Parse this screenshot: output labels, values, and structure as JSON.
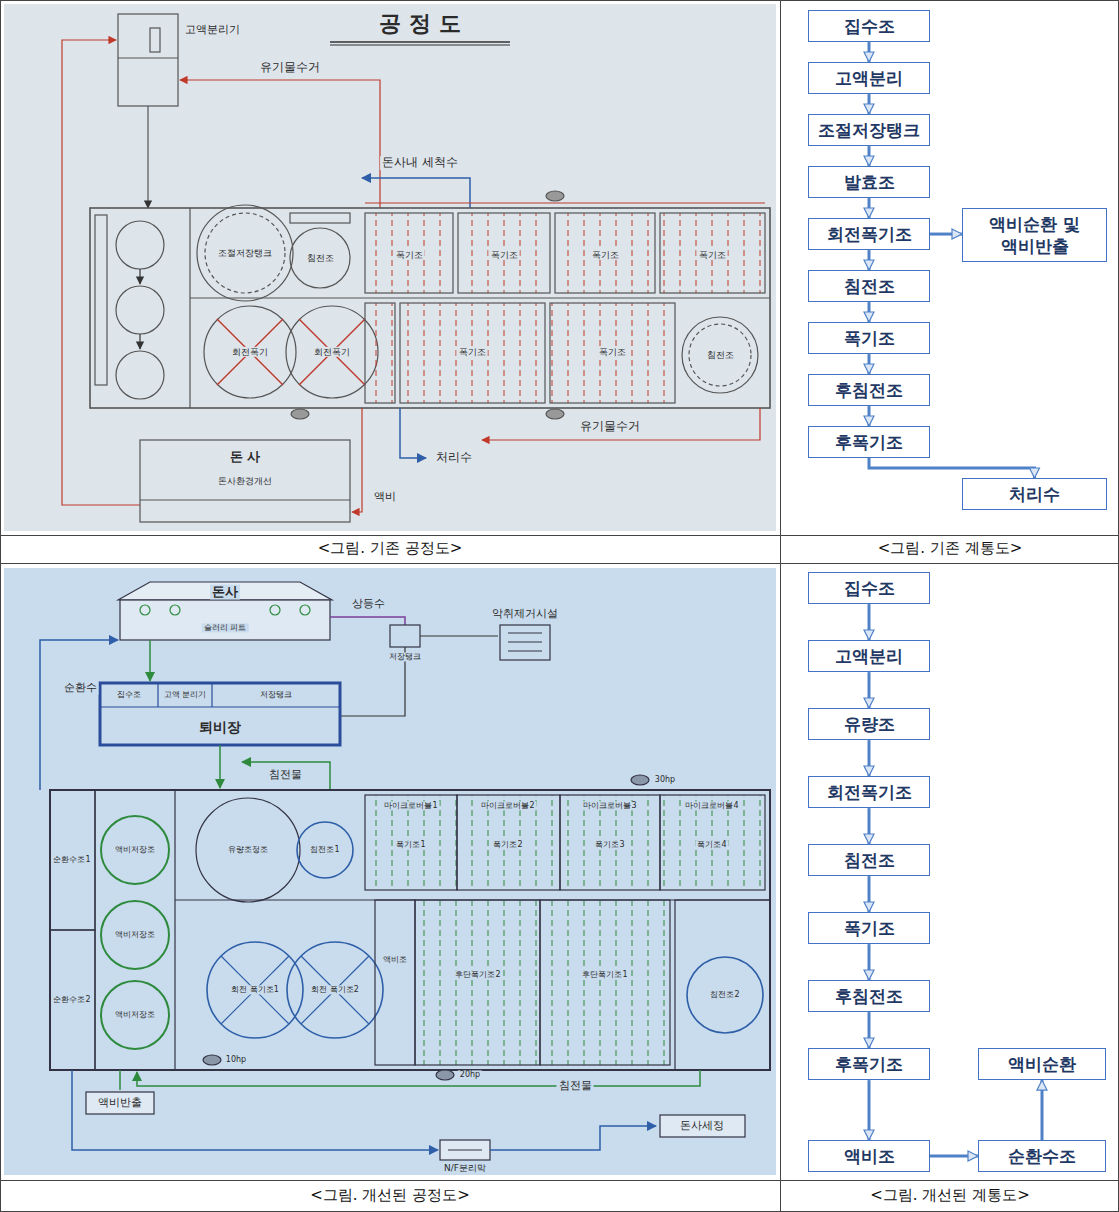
{
  "diagram": {
    "nodes": [
      {
        "text": [
          "집수조"
        ]
      },
      {
        "text": [
          "고액분리"
        ]
      },
      {
        "text": [
          "조절저장탱크"
        ]
      },
      {
        "text": [
          "발효조"
        ]
      },
      {
        "text": [
          "회전폭기조"
        ]
      },
      {
        "text": [
          "액비순환 및 액비반출"
        ]
      },
      {
        "text": [
          "침전조"
        ]
      },
      {
        "text": [
          "폭기조"
        ]
      },
      {
        "text": [
          "후침전조"
        ]
      },
      {
        "text": [
          "후폭기조"
        ]
      },
      {
        "text": [
          "처리수"
        ]
      },
      {
        "text": [
          "집수조"
        ]
      },
      {
        "text": [
          "고액분리"
        ]
      },
      {
        "text": [
          "유량조"
        ]
      },
      {
        "text": [
          "회전폭기조"
        ]
      },
      {
        "text": [
          "침전조"
        ]
      },
      {
        "text": [
          "폭기조"
        ]
      },
      {
        "text": [
          "후침전조"
        ]
      },
      {
        "text": [
          "후폭기조"
        ]
      },
      {
        "text": [
          "액비순환"
        ]
      },
      {
        "text": [
          "액비조"
        ]
      },
      {
        "text": [
          "순환수조"
        ]
      }
    ],
    "edges": [
      {
        "from": 0,
        "to": 1,
        "arrow": "to"
      },
      {
        "from": 1,
        "to": 2,
        "arrow": "to"
      },
      {
        "from": 2,
        "to": 3,
        "arrow": "to"
      },
      {
        "from": 3,
        "to": 4,
        "arrow": "to"
      },
      {
        "from": 4,
        "to": 5,
        "arrow": "to"
      },
      {
        "from": 4,
        "to": 6,
        "arrow": "to"
      },
      {
        "from": 6,
        "to": 7,
        "arrow": "to"
      },
      {
        "from": 7,
        "to": 8,
        "arrow": "to"
      },
      {
        "from": 8,
        "to": 9,
        "arrow": "to"
      },
      {
        "from": 9,
        "to": 10,
        "arrow": "to"
      },
      {
        "from": 11,
        "to": 12,
        "arrow": "to"
      },
      {
        "from": 12,
        "to": 13,
        "arrow": "to"
      },
      {
        "from": 13,
        "to": 14,
        "arrow": "to"
      },
      {
        "from": 14,
        "to": 15,
        "arrow": "to"
      },
      {
        "from": 15,
        "to": 16,
        "arrow": "to"
      },
      {
        "from": 16,
        "to": 17,
        "arrow": "to"
      },
      {
        "from": 17,
        "to": 18,
        "arrow": "to"
      },
      {
        "from": 18,
        "to": 20,
        "arrow": "to"
      },
      {
        "from": 20,
        "to": 21,
        "arrow": "to"
      },
      {
        "from": 21,
        "to": 19,
        "arrow": "to"
      }
    ],
    "labels": [
      "공 정 도",
      "유기물수거",
      "고액분리기",
      "돈사내 세척수",
      "폭기조",
      "폭기조",
      "폭기조",
      "폭기조",
      "조절저장탱크",
      "침전조",
      "회전폭기",
      "회전폭기",
      "폭기조",
      "폭기조",
      "침전조",
      "돈 사",
      "돈사환경개선",
      "유기물수거",
      "처리수",
      "액비",
      "돈사",
      "슬러리 피트",
      "상등수",
      "저장탱크",
      "악취제거시설",
      "순환수",
      "집수조",
      "고액 분리기",
      "저장탱크",
      "퇴비장",
      "침전물",
      "30hp",
      "마이크로버블1",
      "마이크로버블2",
      "마이크로버블3",
      "마이크로버블4",
      "폭기조1",
      "폭기조2",
      "폭기조3",
      "폭기조4",
      "순환수조1",
      "액비저장조",
      "액비저장조",
      "액비저장조",
      "순환수조2",
      "유량조정조",
      "침전조1",
      "회전 폭기조1",
      "회전 폭기조2",
      "액비조",
      "후단폭기조2",
      "후단폭기조1",
      "침전조2",
      "10hp",
      "20hp",
      "침전물",
      "액비반출",
      "N/F분리막",
      "돈사세정",
      "<그림. 기존 공정도>",
      "<그림. 기존 계통도>",
      "<그림. 개선된 공정도>",
      "<그림. 개선된 계통도>"
    ]
  }
}
